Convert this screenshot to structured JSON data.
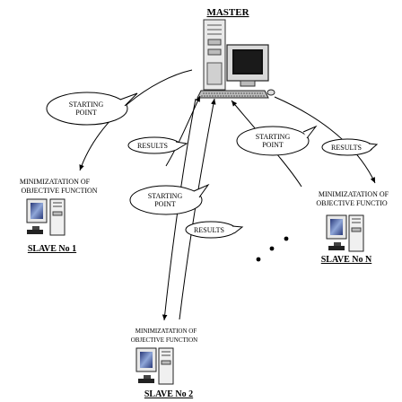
{
  "master": {
    "label": "MASTER"
  },
  "slaves": [
    {
      "caption_line1": "MINIMIZATATION OF",
      "caption_line2": "OBJECTIVE FUNCTION",
      "label": "SLAVE No  1"
    },
    {
      "caption_line1": "MINIMIZATATION OF",
      "caption_line2": "OBJECTIVE FUNCTION",
      "label": "SLAVE No 2"
    },
    {
      "caption_line1": "MINIMIZATATION OF",
      "caption_line2": "OBJECTIVE FUNCTIO",
      "label": "SLAVE No N"
    }
  ],
  "flows": [
    {
      "starting_line1": "STARTING",
      "starting_line2": "POINT",
      "results": "RESULTS"
    },
    {
      "starting_line1": "STARTING",
      "starting_line2": "POINT",
      "results": "RESULTS"
    },
    {
      "starting_line1": "STARTING",
      "starting_line2": "POINT",
      "results": "RESULTS"
    }
  ]
}
